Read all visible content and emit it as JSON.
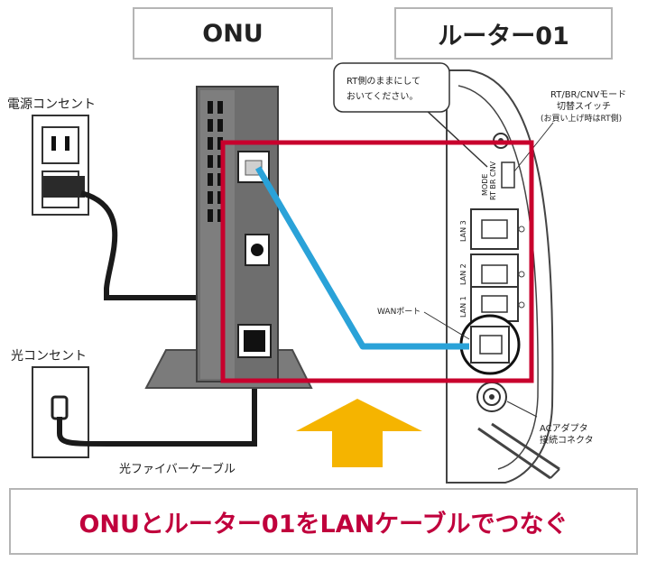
{
  "labels": {
    "onu": "ONU",
    "router": "ルーター01",
    "power_outlet": "電源コンセント",
    "optical_outlet": "光コンセント",
    "fiber_cable": "光ファイバーケーブル",
    "callout_line1": "RT側のままにして",
    "callout_line2": "おいてください。",
    "mode_switch_line1": "RT/BR/CNVモード",
    "mode_switch_line2": "切替スイッチ",
    "mode_switch_line3": "(お買い上げ時はRT側)",
    "wan_port": "WANポート",
    "ac_line1": "ACアダプタ",
    "ac_line2": "接続コネクタ",
    "lan1": "LAN 1",
    "lan2": "LAN 2",
    "lan3": "LAN 3",
    "mode_text": "MODE",
    "rt_br_cnv": "RT BR CNV",
    "caption": "ONUとルーター01をLANケーブルでつなぐ"
  },
  "colors": {
    "highlight_frame": "#c8002d",
    "lan_cable": "#2aa2d8",
    "arrow": "#f5b400",
    "caption_text": "#c0003c"
  }
}
